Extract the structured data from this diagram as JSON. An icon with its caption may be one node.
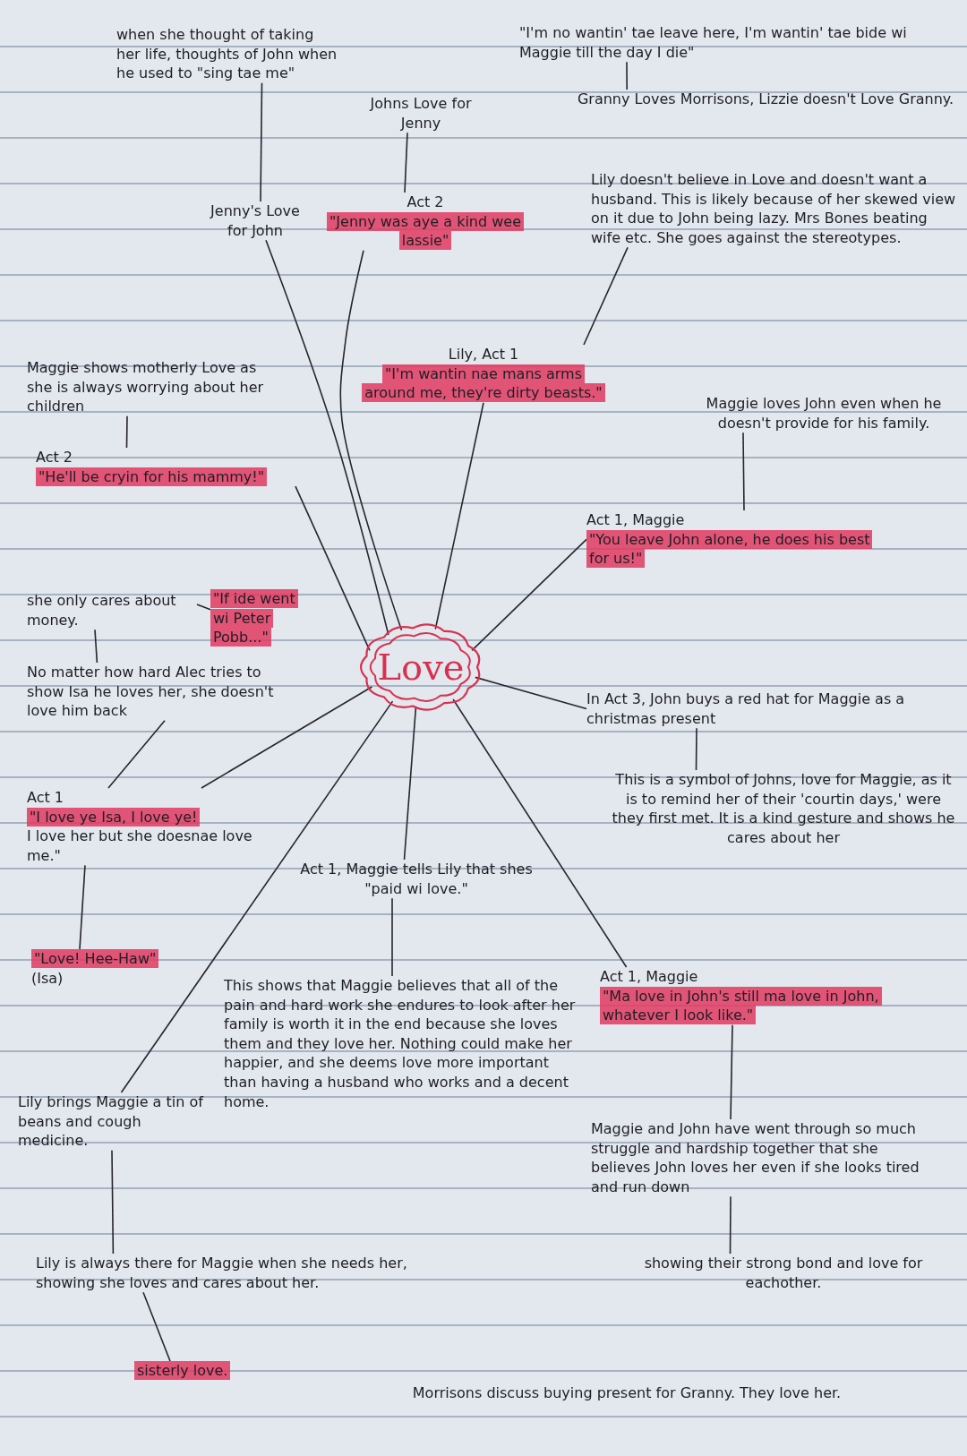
{
  "diagram": {
    "nodes": [
      {
        "text": [
          "when she thought of taking her life, thoughts of John when he used to \"sing tae me\""
        ]
      },
      {
        "text": [
          "Johns Love for Jenny"
        ]
      },
      {
        "text": [
          "\"I'm no wantin' tae leave here, I'm wantin' tae bide wi Maggie till the day I die\""
        ]
      },
      {
        "text": [
          "Granny Loves Morrisons, Lizzie doesn't Love Granny."
        ]
      },
      {
        "text": [
          "Jenny's Love for John"
        ]
      },
      {
        "text": [
          "Act 2",
          "\"Jenny was aye a kind wee lassie\""
        ]
      },
      {
        "text": [
          "Lily doesn't believe in Love and doesn't want a husband. This is likely because of her skewed view on it due to John being lazy. Mrs Bones beating wife etc. She goes against the stereotypes."
        ]
      },
      {
        "text": [
          "Lily, Act 1",
          "\"I'm wantin nae mans arms around me, they're dirty beasts.\""
        ]
      },
      {
        "text": [
          "Maggie shows motherly Love as she is always worrying about her children"
        ]
      },
      {
        "text": [
          "Act 2",
          "\"He'll be cryin for his mammy!\""
        ]
      },
      {
        "text": [
          "Maggie loves John even when he doesn't provide for his family."
        ]
      },
      {
        "text": [
          "Act 1, Maggie",
          "\"You leave John alone, he does his best for us!\""
        ]
      },
      {
        "text": [
          "she only cares about money."
        ]
      },
      {
        "text": [
          "\"If ide went wi Peter Pobb...\""
        ]
      },
      {
        "text": [
          "Love"
        ]
      },
      {
        "text": [
          "No matter how hard Alec tries to show Isa he loves her, she doesn't love him back"
        ]
      },
      {
        "text": [
          "In Act 3, John buys a red hat for Maggie as a christmas present"
        ]
      },
      {
        "text": [
          "This is a symbol of Johns, love for Maggie, as it is to remind her of their 'courtin days,' were they first met. It is a kind gesture and shows he cares about her"
        ]
      },
      {
        "text": [
          "Act 1",
          "\"I love ye Isa, I love ye!",
          "I love her but she doesnae love me.\""
        ]
      },
      {
        "text": [
          "Act 1, Maggie tells Lily that shes \"paid wi love.\""
        ]
      },
      {
        "text": [
          "\"Love! Hee-Haw\"",
          "(Isa)"
        ]
      },
      {
        "text": [
          "This shows that Maggie believes that all of the pain and hard work she endures to look after her family is worth it in the end because she loves them and they love her. Nothing could make her happier, and she deems love more important than having a husband who works and a decent home."
        ]
      },
      {
        "text": [
          "Act 1, Maggie",
          "\"Ma love in John's still ma love in John, whatever I look like.\""
        ]
      },
      {
        "text": [
          "Lily brings Maggie a tin of beans and cough medicine."
        ]
      },
      {
        "text": [
          "Maggie and John have went through so much struggle and hardship together that she believes John loves her even if she looks tired and run down"
        ]
      },
      {
        "text": [
          "Lily is always there for Maggie when she needs her, showing she loves and cares about her."
        ]
      },
      {
        "text": [
          "showing their strong bond and love for eachother."
        ]
      },
      {
        "text": [
          "sisterly love."
        ]
      },
      {
        "text": [
          "Morrisons discuss buying present for Granny. They love her."
        ]
      }
    ],
    "edges": [
      {
        "from": 0,
        "to": 4,
        "arrow": "none"
      },
      {
        "from": 1,
        "to": 5,
        "arrow": "none"
      },
      {
        "from": 2,
        "to": 3,
        "arrow": "none"
      },
      {
        "from": 14,
        "to": 4,
        "arrow": "none"
      },
      {
        "from": 14,
        "to": 5,
        "arrow": "none"
      },
      {
        "from": 6,
        "to": 7,
        "arrow": "none"
      },
      {
        "from": 14,
        "to": 7,
        "arrow": "none"
      },
      {
        "from": 8,
        "to": 9,
        "arrow": "none"
      },
      {
        "from": 14,
        "to": 9,
        "arrow": "none"
      },
      {
        "from": 10,
        "to": 11,
        "arrow": "none"
      },
      {
        "from": 14,
        "to": 11,
        "arrow": "none"
      },
      {
        "from": 12,
        "to": 13,
        "arrow": "none"
      },
      {
        "from": 12,
        "to": 15,
        "arrow": "none"
      },
      {
        "from": 14,
        "to": 16,
        "arrow": "none"
      },
      {
        "from": 16,
        "to": 17,
        "arrow": "none"
      },
      {
        "from": 15,
        "to": 18,
        "arrow": "none"
      },
      {
        "from": 14,
        "to": 18,
        "arrow": "none"
      },
      {
        "from": 14,
        "to": 19,
        "arrow": "none"
      },
      {
        "from": 18,
        "to": 20,
        "arrow": "none"
      },
      {
        "from": 14,
        "to": 22,
        "arrow": "none"
      },
      {
        "from": 14,
        "to": 23,
        "arrow": "none"
      },
      {
        "from": 19,
        "to": 21,
        "arrow": "none"
      },
      {
        "from": 22,
        "to": 24,
        "arrow": "none"
      },
      {
        "from": 23,
        "to": 25,
        "arrow": "none"
      },
      {
        "from": 24,
        "to": 26,
        "arrow": "none"
      },
      {
        "from": 25,
        "to": 27,
        "arrow": "none"
      }
    ]
  }
}
